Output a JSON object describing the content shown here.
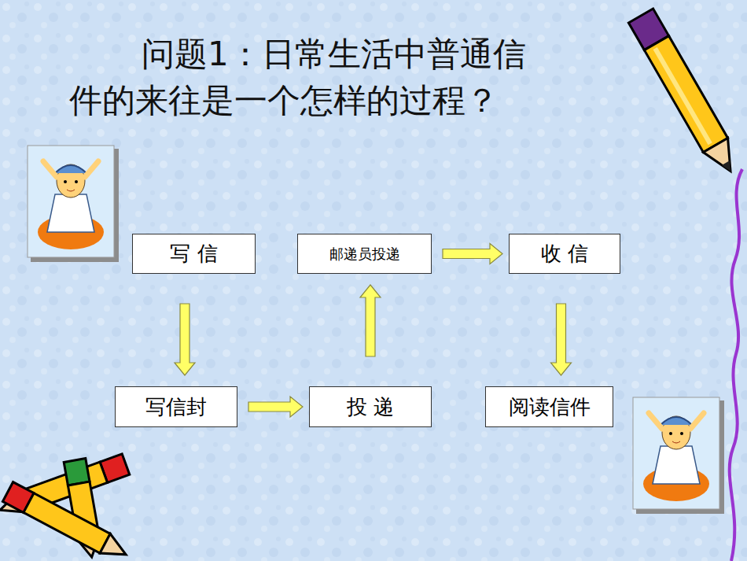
{
  "diagram": {
    "title": "问题1：日常生活中普通信件的来往是一个怎样的过程？",
    "nodes": [
      {
        "text": [
          "写 信"
        ]
      },
      {
        "text": [
          "邮递员投递"
        ]
      },
      {
        "text": [
          "收 信"
        ]
      },
      {
        "text": [
          "写信封"
        ]
      },
      {
        "text": [
          "投 递"
        ]
      },
      {
        "text": [
          "阅读信件"
        ]
      }
    ],
    "edges": [
      {
        "from": 0,
        "to": 3,
        "arrow": "to"
      },
      {
        "from": 3,
        "to": 4,
        "arrow": "to"
      },
      {
        "from": 4,
        "to": 1,
        "arrow": "to"
      },
      {
        "from": 1,
        "to": 2,
        "arrow": "to"
      },
      {
        "from": 2,
        "to": 5,
        "arrow": "to"
      }
    ]
  }
}
